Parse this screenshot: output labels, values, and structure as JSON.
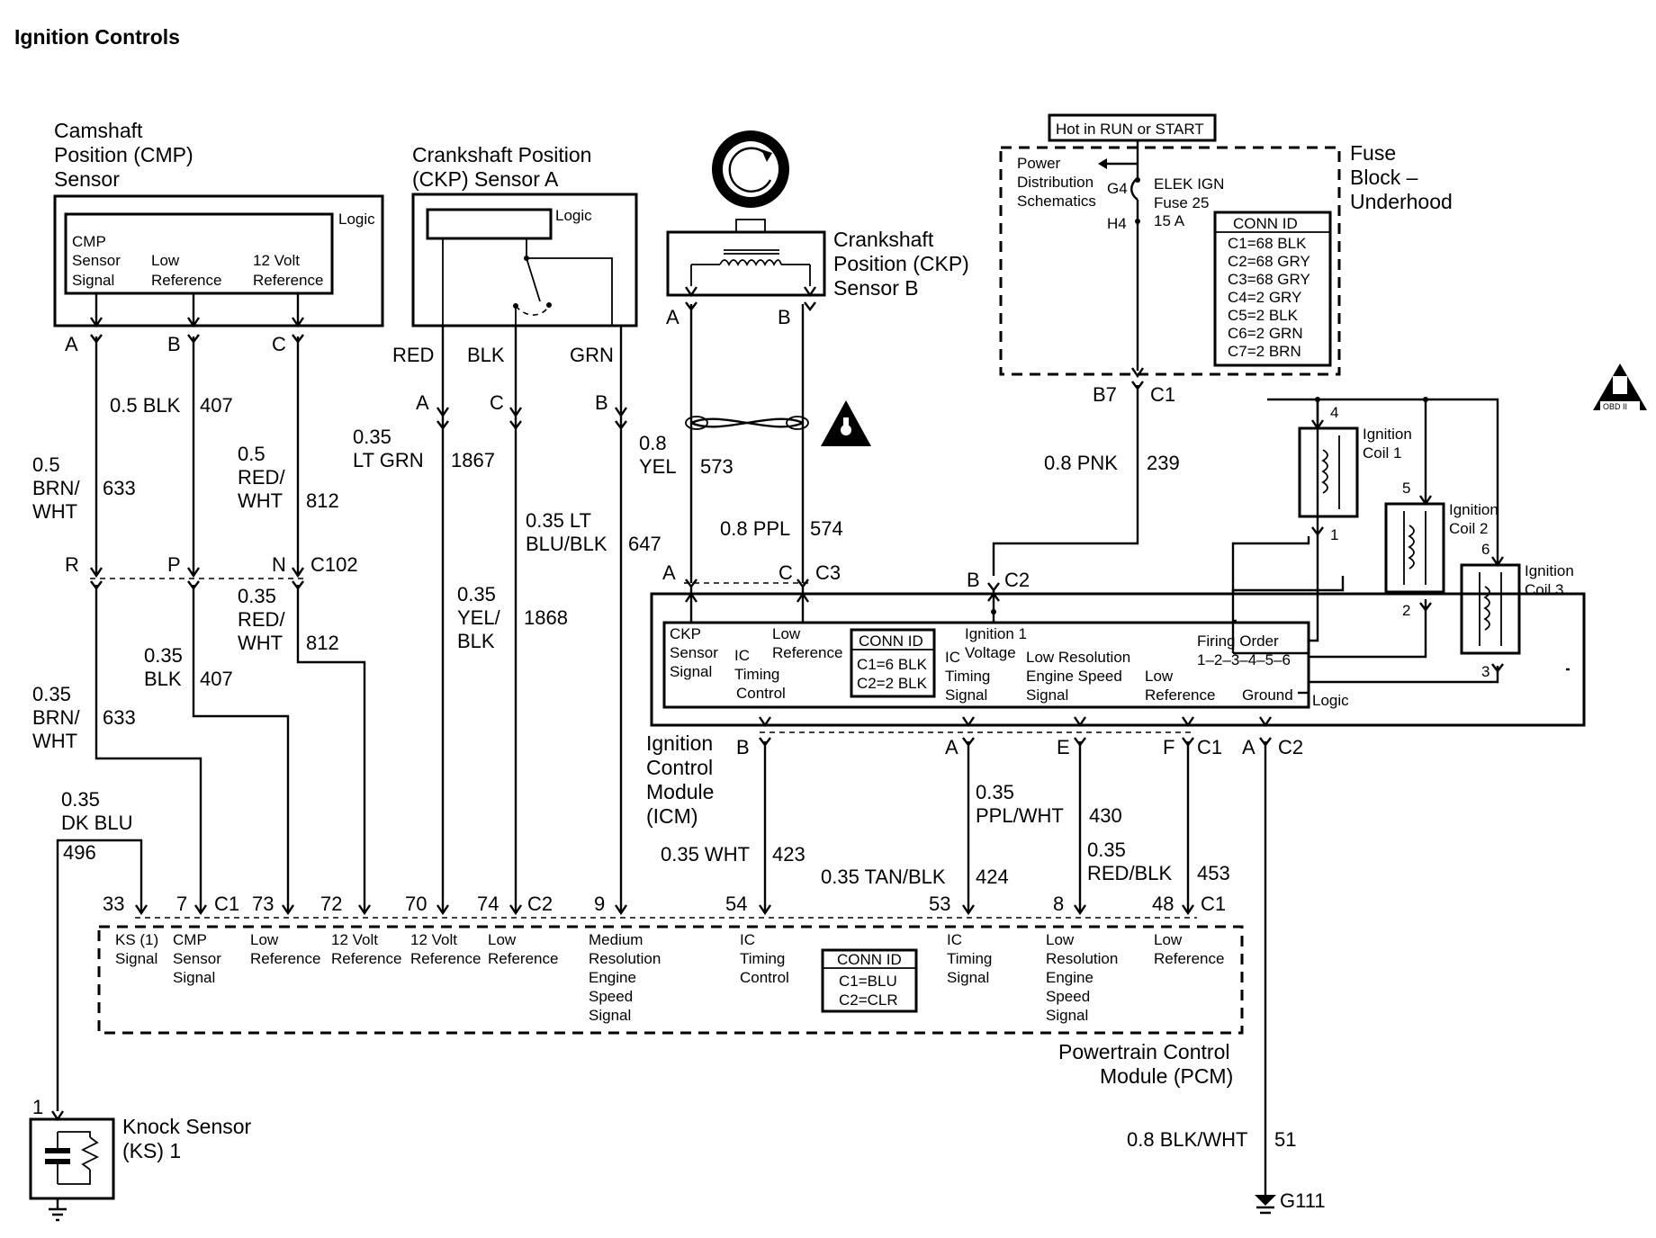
{
  "title": "Ignition Controls",
  "cmp_sensor": {
    "name": [
      "Camshaft",
      "Position (CMP)",
      "Sensor"
    ],
    "logic": "Logic",
    "pins_text": [
      [
        "CMP",
        "Sensor",
        "Signal"
      ],
      [
        "Low",
        "Reference"
      ],
      [
        "12 Volt",
        "Reference"
      ]
    ],
    "pins": [
      "A",
      "B",
      "C"
    ]
  },
  "ckp_a": {
    "name": [
      "Crankshaft Position",
      "(CKP) Sensor A"
    ],
    "logic": "Logic",
    "wire_colors": [
      "RED",
      "BLK",
      "GRN"
    ],
    "pins": [
      "A",
      "C",
      "B"
    ]
  },
  "ckp_b": {
    "name": [
      "Crankshaft",
      "Position (CKP)",
      "Sensor B"
    ],
    "pins": [
      "A",
      "B"
    ]
  },
  "fuse_block": {
    "hot_label": "Hot in RUN or START",
    "name": [
      "Fuse",
      "Block –",
      "Underhood"
    ],
    "power_dist": [
      "Power",
      "Distribution",
      "Schematics"
    ],
    "g4": "G4",
    "h4": "H4",
    "fuse": [
      "ELEK IGN",
      "Fuse 25",
      "15 A"
    ],
    "conn_id_title": "CONN ID",
    "conn_id": [
      "C1=68 BLK",
      "C2=68 GRY",
      "C3=68 GRY",
      "C4=2 GRY",
      "C5=2 BLK",
      "C6=2 GRN",
      "C7=2 BRN"
    ],
    "out_pin": "B7",
    "out_conn": "C1"
  },
  "wires": {
    "w633_gauge": [
      "0.5",
      "BRN/",
      "WHT"
    ],
    "w633_num": "633",
    "w407_label": "0.5 BLK",
    "w407_num": "407",
    "w812_gauge": [
      "0.5",
      "RED/",
      "WHT"
    ],
    "w812_num": "812",
    "c102": "C102",
    "c102_pins": [
      "R",
      "P",
      "N"
    ],
    "w633b_gauge": [
      "0.35",
      "BRN/",
      "WHT"
    ],
    "w633b_num": "633",
    "w407b_gauge": [
      "0.35",
      "BLK"
    ],
    "w407b_num": "407",
    "w812b_gauge": [
      "0.35",
      "RED/",
      "WHT"
    ],
    "w812b_num": "812",
    "w1867_gauge": [
      "0.35",
      "LT GRN"
    ],
    "w1867_num": "1867",
    "w1868_gauge": [
      "0.35",
      "YEL/",
      "BLK"
    ],
    "w1868_num": "1868",
    "w647_gauge": [
      "0.35 LT",
      "BLU/BLK"
    ],
    "w647_num": "647",
    "w573_gauge": [
      "0.8",
      "YEL"
    ],
    "w573_num": "573",
    "w574_label": "0.8 PPL",
    "w574_num": "574",
    "w239_label": "0.8 PNK",
    "w239_num": "239",
    "w496_gauge": [
      "0.35",
      "DK BLU"
    ],
    "w496_num": "496",
    "w423_label": "0.35 WHT",
    "w423_num": "423",
    "w424_label": "0.35 TAN/BLK",
    "w424_num": "424",
    "w430_gauge": [
      "0.35",
      "PPL/WHT"
    ],
    "w430_num": "430",
    "w453_gauge": [
      "0.35",
      "RED/BLK"
    ],
    "w453_num": "453",
    "w51_label": "0.8 BLK/WHT",
    "w51_num": "51"
  },
  "icm": {
    "name": [
      "Ignition",
      "Control",
      "Module",
      "(ICM)"
    ],
    "top_pins": [
      "A",
      "C",
      "C3",
      "B",
      "C2"
    ],
    "labels": {
      "ckp": [
        "CKP",
        "Sensor",
        "Signal"
      ],
      "ic_timing": [
        "IC",
        "Timing",
        "Control"
      ],
      "low_ref": [
        "Low",
        "Reference"
      ],
      "ign1": [
        "Ignition 1",
        "Voltage"
      ],
      "ic_signal": [
        "IC",
        "Timing",
        "Signal"
      ],
      "low_res": [
        "Low Resolution",
        "Engine Speed",
        "Signal"
      ],
      "low_ref2": [
        "Low",
        "Reference"
      ],
      "firing": [
        "Firing Order",
        "1–2–3–4–5–6"
      ],
      "ground": "Ground",
      "logic": "Logic"
    },
    "conn_id_title": "CONN ID",
    "conn_id": [
      "C1=6 BLK",
      "C2=2 BLK"
    ],
    "bottom_pins": [
      "B",
      "A",
      "E",
      "F",
      "C1",
      "A",
      "C2"
    ]
  },
  "coils": {
    "coil1": [
      "Ignition",
      "Coil 1"
    ],
    "coil2": [
      "Ignition",
      "Coil 2"
    ],
    "coil3": [
      "Ignition",
      "Coil 3"
    ],
    "pins": [
      "4",
      "1",
      "5",
      "2",
      "6",
      "3"
    ]
  },
  "obd": "OBD II",
  "pcm": {
    "name": [
      "Powertrain Control",
      "Module (PCM)"
    ],
    "pins": [
      "33",
      "7",
      "C1",
      "73",
      "72",
      "70",
      "74",
      "C2",
      "9",
      "54",
      "53",
      "8",
      "48",
      "C1"
    ],
    "labels": {
      "ks": [
        "KS (1)",
        "Signal"
      ],
      "cmp": [
        "CMP",
        "Sensor",
        "Signal"
      ],
      "low_ref_a": [
        "Low",
        "Reference"
      ],
      "v12_a": [
        "12 Volt",
        "Reference"
      ],
      "v12_b": [
        "12 Volt",
        "Reference"
      ],
      "low_ref_b": [
        "Low",
        "Reference"
      ],
      "med_res": [
        "Medium",
        "Resolution",
        "Engine",
        "Speed",
        "Signal"
      ],
      "ic_timing": [
        "IC",
        "Timing",
        "Control"
      ],
      "ic_signal": [
        "IC",
        "Timing",
        "Signal"
      ],
      "low_res": [
        "Low",
        "Resolution",
        "Engine",
        "Speed",
        "Signal"
      ],
      "low_ref_c": [
        "Low",
        "Reference"
      ]
    },
    "conn_id_title": "CONN ID",
    "conn_id": [
      "C1=BLU",
      "C2=CLR"
    ]
  },
  "knock": {
    "name": [
      "Knock Sensor",
      "(KS) 1"
    ],
    "pin": "1"
  },
  "ground": "G111"
}
